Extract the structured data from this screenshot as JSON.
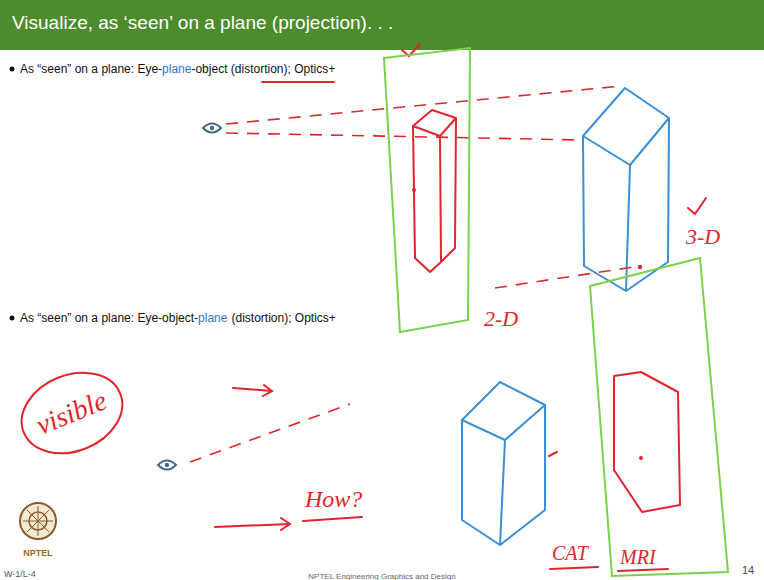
{
  "diagram": {
    "title": "Visualize, as ‘seen’ on a plane (projection). . .",
    "labels": [
      "As “seen” on a plane: Eye-",
      "plane",
      "-object (distortion); Optics+",
      "As “seen” on a plane: Eye-object-",
      "plane",
      "(distortion); Optics+",
      "3-D",
      "2-D",
      "visible",
      "How?",
      "CAT",
      "MRI",
      "NPTEL",
      "W-1/L-4",
      "NPTEL Engineering Graphics and Design",
      "14"
    ]
  }
}
